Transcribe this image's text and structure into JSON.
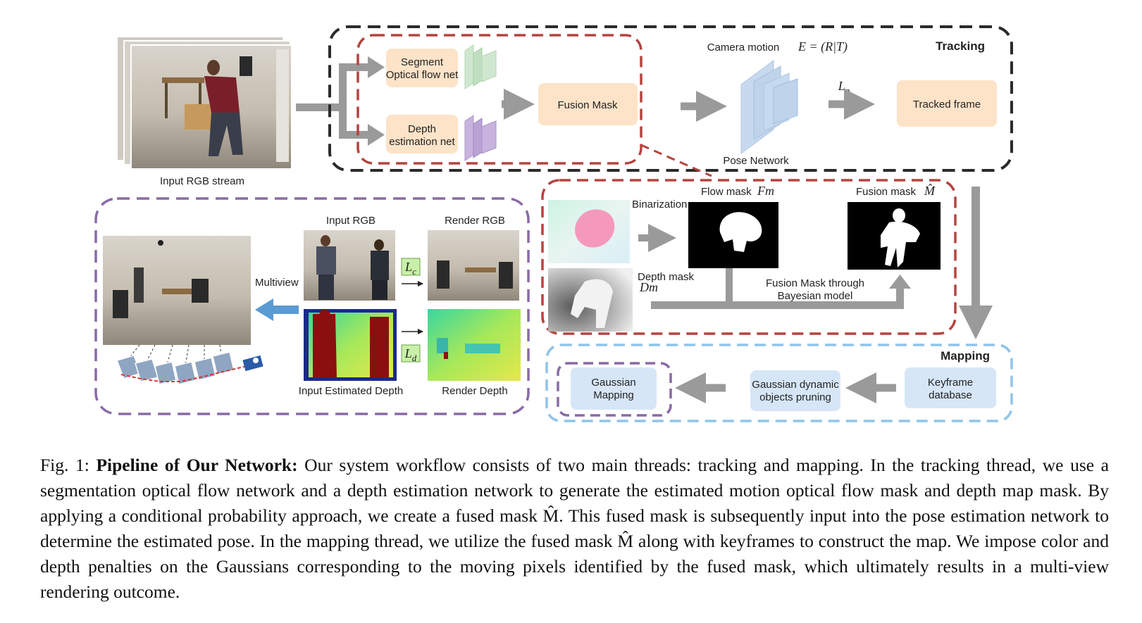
{
  "input": {
    "stream_label": "Input RGB stream"
  },
  "tracking": {
    "title": "Tracking",
    "segment_net": [
      "Segment",
      "Optical flow net"
    ],
    "depth_net": [
      "Depth",
      "estimation net"
    ],
    "fusion_mask": "Fusion Mask",
    "camera_motion": "Camera motion",
    "camera_motion_formula": "E = (R|T)",
    "pose_network": "Pose Network",
    "loss_pose": "Lp",
    "tracked_frame": "Tracked frame"
  },
  "fusion_detail": {
    "binarization": "Binarization",
    "flow_mask": "Flow mask",
    "flow_mask_symbol": "Fm",
    "fusion_mask": "Fusion mask",
    "fusion_mask_symbol": "M̂",
    "depth_mask": "Depth mask",
    "depth_mask_symbol": "Dm",
    "bayesian": [
      "Fusion Mask through",
      "Bayesian model"
    ]
  },
  "render": {
    "multiview": "Multiview",
    "input_rgb": "Input RGB",
    "render_rgb": "Render RGB",
    "input_depth": "Input Estimated Depth",
    "render_depth": "Render Depth",
    "loss_color": "Lc",
    "loss_depth": "Ld"
  },
  "mapping": {
    "title": "Mapping",
    "gaussian_mapping": [
      "Gaussian",
      "Mapping"
    ],
    "pruning": [
      "Gaussian dynamic",
      "objects pruning"
    ],
    "keyframe_db": [
      "Keyframe",
      "database"
    ]
  },
  "colors": {
    "black_dash": "#2b2b2b",
    "red_dash": "#b5443f",
    "purple_dash": "#8a6aa6",
    "blue_dash": "#8fc4ea",
    "peach_box": "#fde3c8",
    "blue_box": "#d6e6f7",
    "arrow_gray": "#9a9a9a",
    "arrow_blue": "#5a9bd3",
    "loss_green": "#c9f0a8"
  },
  "caption": {
    "prefix": "Fig. 1: ",
    "bold": "Pipeline of Our Network:",
    "text": " Our system workflow consists of two main threads: tracking and mapping. In the tracking thread, we use a segmentation optical flow network and a depth estimation network to generate the estimated motion optical flow mask and depth map mask. By applying a conditional probability approach, we create a fused mask M̂. This fused mask is subsequently input into the pose estimation network to determine the estimated pose. In the mapping thread, we utilize the fused mask M̂ along with keyframes to construct the map. We impose color and depth penalties on the Gaussians corresponding to the moving pixels identified by the fused mask, which ultimately results in a multi-view rendering outcome."
  }
}
